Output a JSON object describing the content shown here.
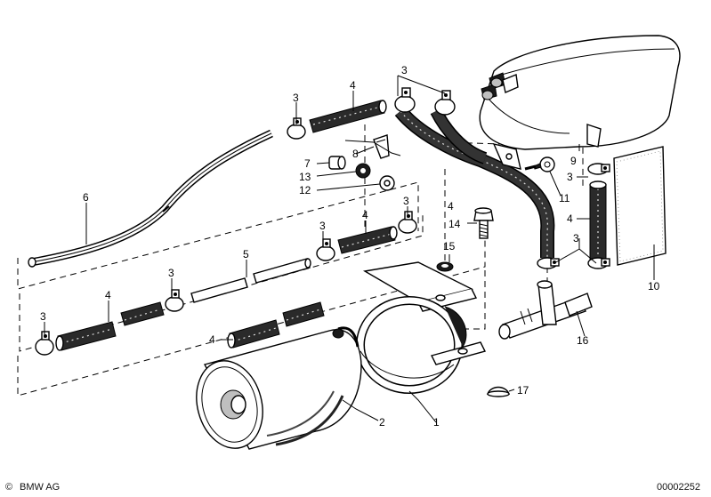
{
  "callouts": {
    "c1": "1",
    "c2": "2",
    "c3a": "3",
    "c3b": "3",
    "c3c": "3",
    "c3d": "3",
    "c3e": "3",
    "c3f": "3",
    "c3g": "3",
    "c4a": "4",
    "c4b": "4",
    "c4c": "4",
    "c4d": "4",
    "c4e": "4",
    "c4f": "4",
    "c5": "5",
    "c6": "6",
    "c7": "7",
    "c8": "8",
    "c9": "9",
    "c10": "10",
    "c11": "11",
    "c12": "12",
    "c13": "13",
    "c14": "14",
    "c15": "15",
    "c16": "16",
    "c17": "17"
  },
  "footer": {
    "brand": "BMW AG",
    "copyright_symbol": "©",
    "diagram_number": "00002252"
  },
  "colors": {
    "ink": "#000000",
    "hose": "#2a2a2a",
    "paper": "#ffffff"
  }
}
